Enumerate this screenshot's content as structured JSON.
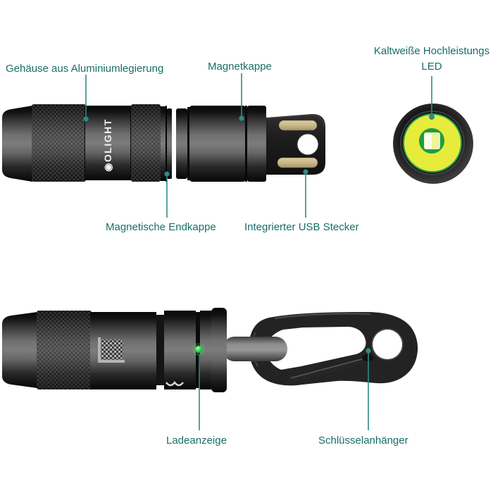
{
  "page": {
    "background": "#ffffff"
  },
  "colors": {
    "label_text": "#176e67",
    "callout_line": "#2e8b84",
    "body_black": "#1a1a1a",
    "usb_pad_gold": "#cdbc8e",
    "lens_yellow": "#e7ec3a",
    "led_ring_green": "#1c9c49",
    "charge_indicator_green": "#3ce352",
    "connector_gray": "#8e8e8e"
  },
  "brand": {
    "mark": "◉",
    "name": "OLIGHT"
  },
  "callouts": {
    "housing": {
      "label": "Gehäuse aus Aluminiumlegierung"
    },
    "magnet_cap": {
      "label": "Magnetkappe"
    },
    "led": {
      "label": "Kaltweiße Hochleistungs LED"
    },
    "end_cap": {
      "label": "Magnetische Endkappe"
    },
    "usb_plug": {
      "label": "Integrierter USB Stecker"
    },
    "charge_indicator": {
      "label": "Ladeanzeige"
    },
    "keychain": {
      "label": "Schlüsselanhänger"
    }
  }
}
